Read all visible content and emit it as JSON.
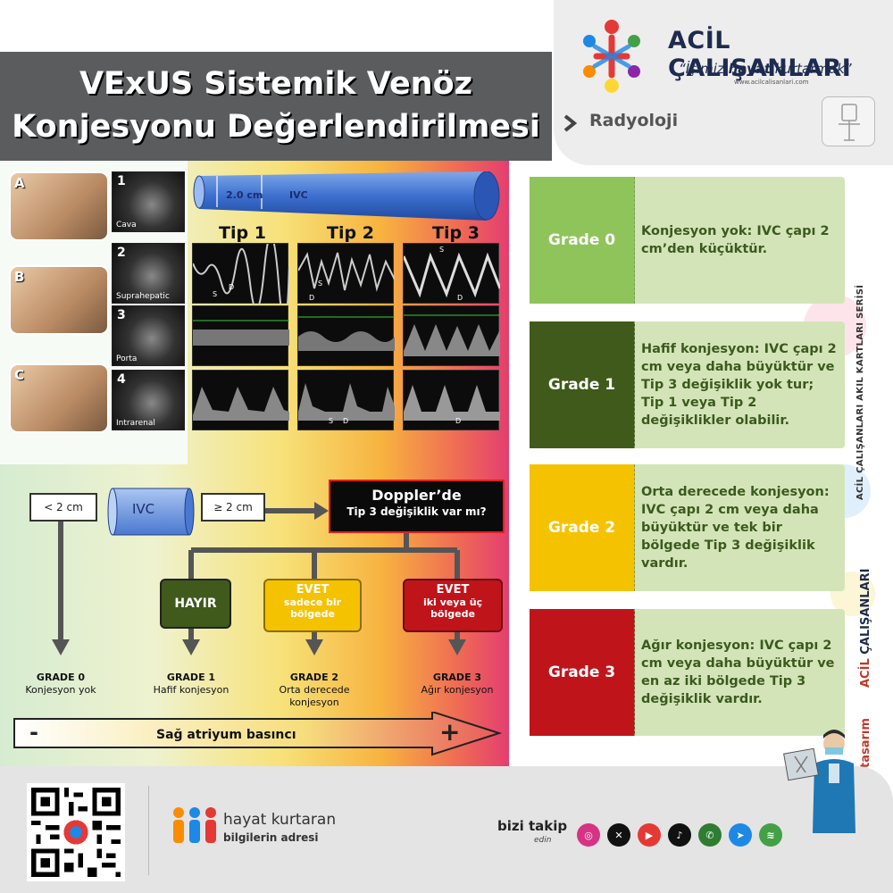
{
  "header": {
    "brand_name": "ACİL ÇALIŞANLARI",
    "slogan_pre": "“İşimiz ",
    "slogan_bold": "hayat",
    "slogan_post": " kurtarmak”",
    "url": "www.acilcalisanlari.com",
    "title_line1": "VExUS Sistemik Venöz",
    "title_line2": "Konjesyonu Değerlendirilmesi",
    "category": "Radyoloji"
  },
  "figure": {
    "photos": [
      "A",
      "B",
      "C"
    ],
    "ultrasound": [
      {
        "num": "1",
        "label": "Cava"
      },
      {
        "num": "2",
        "label": "Suprahepatic"
      },
      {
        "num": "3",
        "label": "Porta"
      },
      {
        "num": "4",
        "label": "Intrarenal"
      }
    ],
    "ivc_diameter": "2.0 cm",
    "ivc_label": "IVC",
    "tip_titles": [
      "Tip 1",
      "Tip 2",
      "Tip 3"
    ],
    "wave_marks": {
      "s": "S",
      "d": "D"
    }
  },
  "flowchart": {
    "lt2": "< 2 cm",
    "ivc": "IVC",
    "ge2": "≥ 2 cm",
    "question_l1": "Doppler’de",
    "question_l2": "Tip 3 değişiklik var mı?",
    "hayir": "HAYIR",
    "evet1_title": "EVET",
    "evet1_sub": "sadece bir bölgede",
    "evet2_title": "EVET",
    "evet2_sub": "iki veya üç bölgede",
    "grades": [
      {
        "title": "GRADE 0",
        "desc": "Konjesyon yok"
      },
      {
        "title": "GRADE 1",
        "desc": "Hafif konjesyon"
      },
      {
        "title": "GRADE 2",
        "desc": "Orta derecede konjesyon"
      },
      {
        "title": "GRADE 3",
        "desc": "Ağır konjesyon"
      }
    ],
    "minus": "-",
    "plus": "+",
    "pressure": "Sağ atriyum basıncı"
  },
  "cards": [
    {
      "grade": "Grade 0",
      "text": "Konjesyon yok: IVC çapı 2 cm’den küçüktür.",
      "left_color": "#8fc45a",
      "right_color": "#d3e5b8"
    },
    {
      "grade": "Grade 1",
      "text": "Hafif konjesyon: IVC çapı 2 cm veya daha büyüktür ve Tip 3 değişiklik yok tur; Tip 1 veya Tip 2 değişiklikler olabilir.",
      "left_color": "#3f5a1a",
      "right_color": "#d3e5b8"
    },
    {
      "grade": "Grade 2",
      "text": "Orta derecede konjesyon: IVC çapı 2 cm veya daha büyüktür ve tek bir bölgede Tip 3 değişiklik vardır.",
      "left_color": "#f5c200",
      "right_color": "#d3e5b8"
    },
    {
      "grade": "Grade 3",
      "text": "Ağır konjesyon: IVC çapı 2 cm veya daha büyüktür ve en az iki bölgede Tip 3 değişiklik vardır.",
      "left_color": "#c0141b",
      "right_color": "#d3e5b8"
    }
  ],
  "side": {
    "series": "ACİL ÇALIŞANLARI AKIL KARTLARI SERİSİ",
    "brand_a": "ACİL",
    "brand_b": " ÇALIŞANLARI",
    "tasarim": "tasarım"
  },
  "footer": {
    "motto1": "hayat kurtaran",
    "motto2": "bilgilerin adresi",
    "follow1": "bizi takip",
    "follow2": "edin",
    "social_icons": [
      "instagram-icon",
      "x-icon",
      "youtube-icon",
      "tiktok-icon",
      "whatsapp-icon",
      "telegram-icon",
      "spotify-icon"
    ]
  },
  "colors": {
    "hayir": "#3f5a1a",
    "evet1": "#f5c200",
    "evet2": "#c0141b"
  }
}
